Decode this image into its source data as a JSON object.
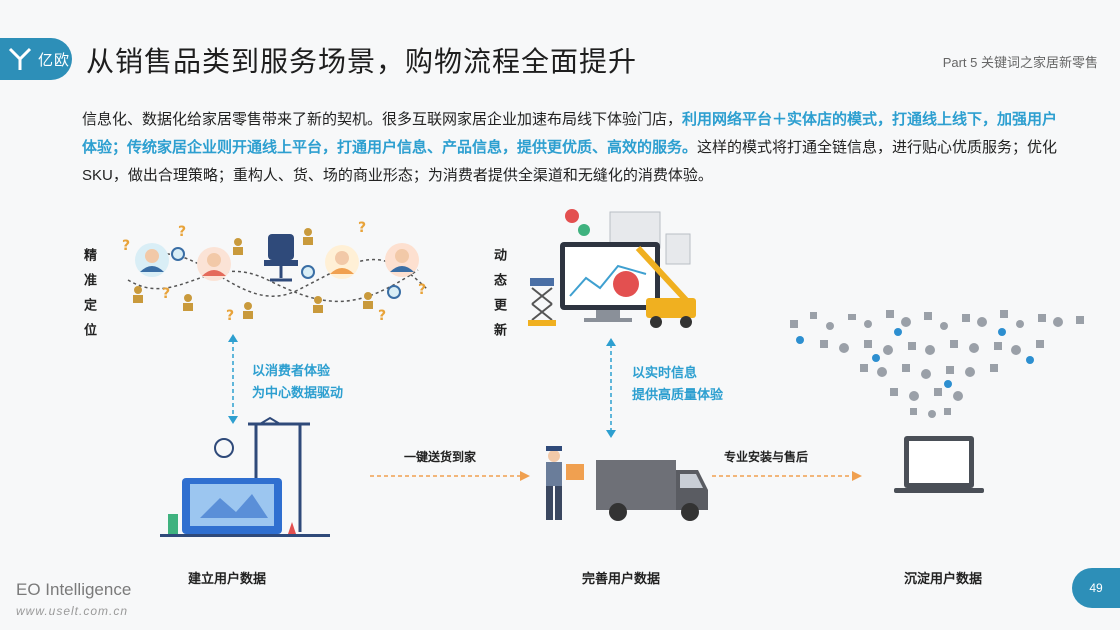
{
  "header": {
    "logo_text": "亿欧",
    "title": "从销售品类到服务场景，购物流程全面提升",
    "section": "Part 5 关键词之家居新零售"
  },
  "intro": {
    "part1": "信息化、数据化给家居零售带来了新的契机。很多互联网家居企业加速布局线下体验门店，",
    "highlight": "利用网络平台＋实体店的模式，打通线上线下，加强用户体验；传统家居企业则开通线上平台，打通用户信息、产品信息，提供更优质、高效的服务。",
    "part2": "这样的模式将打通全链信息，进行贴心优质服务；优化SKU，做出合理策略；重构人、货、场的商业形态；为消费者提供全渠道和无缝化的消费体验。"
  },
  "diagram": {
    "precise_label": "精准定位",
    "dynamic_label": "动态更新",
    "note_left_1": "以消费者体验",
    "note_left_2": "为中心数据驱动",
    "note_mid_1": "以实时信息",
    "note_mid_2": "提供高质量体验",
    "arrow1_label": "一键送货到家",
    "arrow2_label": "专业安装与售后",
    "step1": "建立用户数据",
    "step2": "完善用户数据",
    "step3": "沉淀用户数据"
  },
  "footer": {
    "brand": "EO Intelligence",
    "watermark": "www.uselt.com.cn",
    "page": "49"
  },
  "colors": {
    "accent": "#2d9fd0",
    "brand": "#2d8fb8",
    "arrow": "#f0a050"
  }
}
